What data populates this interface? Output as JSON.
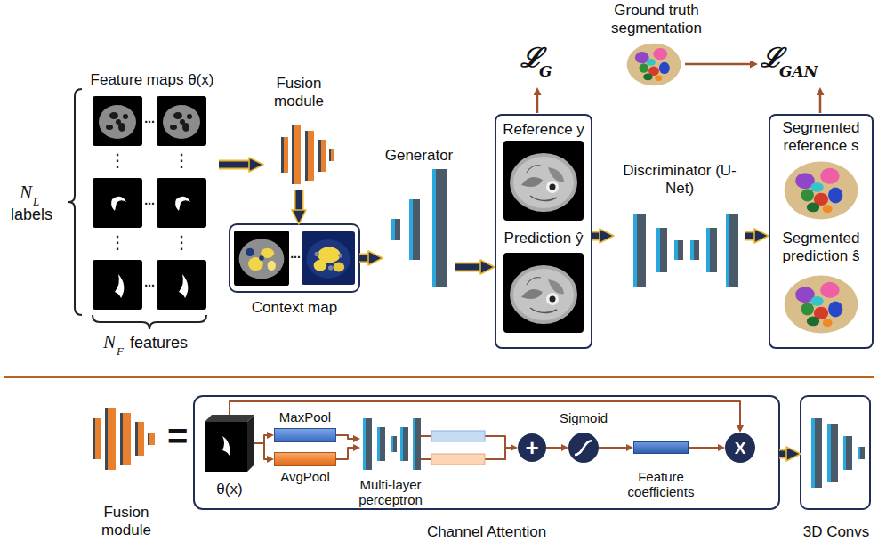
{
  "diagram": {
    "nodes": [
      {
        "text": [
          "Feature maps θ(x)"
        ]
      },
      {
        "text": [
          "Fusion module"
        ]
      },
      {
        "text": [
          "Context map"
        ]
      },
      {
        "text": [
          "Generator"
        ]
      },
      {
        "text": [
          "Reference y",
          "Prediction ŷ"
        ]
      },
      {
        "text": [
          "Ground truth segmentation"
        ]
      },
      {
        "text": [
          "Discriminator (U-Net)"
        ]
      },
      {
        "text": [
          "Segmented reference s",
          "Segmented prediction ŝ"
        ]
      },
      {
        "text": [
          "Fusion module"
        ]
      },
      {
        "text": [
          "Channel Attention"
        ]
      },
      {
        "text": [
          "θ(x)"
        ],
        "in": 9
      },
      {
        "text": [
          "MaxPool"
        ],
        "in": 9
      },
      {
        "text": [
          "AvgPool"
        ],
        "in": 9
      },
      {
        "text": [
          "Multi-layer perceptron"
        ],
        "in": 9
      },
      {
        "text": [
          "+"
        ],
        "in": 9
      },
      {
        "text": [
          "Sigmoid"
        ],
        "in": 9
      },
      {
        "text": [
          "Feature coefficients"
        ],
        "in": 9
      },
      {
        "text": [
          "X"
        ],
        "in": 9
      },
      {
        "text": [
          "3D Convs"
        ]
      }
    ],
    "edges": [
      {
        "from": 0,
        "to": 1,
        "arrow": "to"
      },
      {
        "from": 1,
        "to": 2,
        "arrow": "to"
      },
      {
        "from": 2,
        "to": 3,
        "arrow": "to"
      },
      {
        "from": 3,
        "to": 4,
        "arrow": "to"
      },
      {
        "from": 4,
        "to": 6,
        "arrow": "to"
      },
      {
        "from": 6,
        "to": 7,
        "arrow": "to"
      },
      {
        "from": 10,
        "to": 11,
        "arrow": "to"
      },
      {
        "from": 10,
        "to": 12,
        "arrow": "to"
      },
      {
        "from": 11,
        "to": 13,
        "arrow": "to"
      },
      {
        "from": 12,
        "to": 13,
        "arrow": "to"
      },
      {
        "from": 13,
        "to": 14,
        "arrow": "to"
      },
      {
        "from": 14,
        "to": 15,
        "arrow": "to"
      },
      {
        "from": 15,
        "to": 16,
        "arrow": "to"
      },
      {
        "from": 16,
        "to": 17,
        "arrow": "to"
      },
      {
        "from": 10,
        "to": 17,
        "arrow": "to"
      },
      {
        "from": 9,
        "to": 18,
        "arrow": "to"
      }
    ],
    "labels": [
      "N",
      "L",
      "labels",
      "N",
      "F",
      "features",
      "...",
      "...",
      "...",
      "⋮",
      "⋮",
      "⋮",
      "⋮",
      "...",
      "ℒ",
      "G",
      "ℒ",
      "GAN",
      "="
    ]
  }
}
